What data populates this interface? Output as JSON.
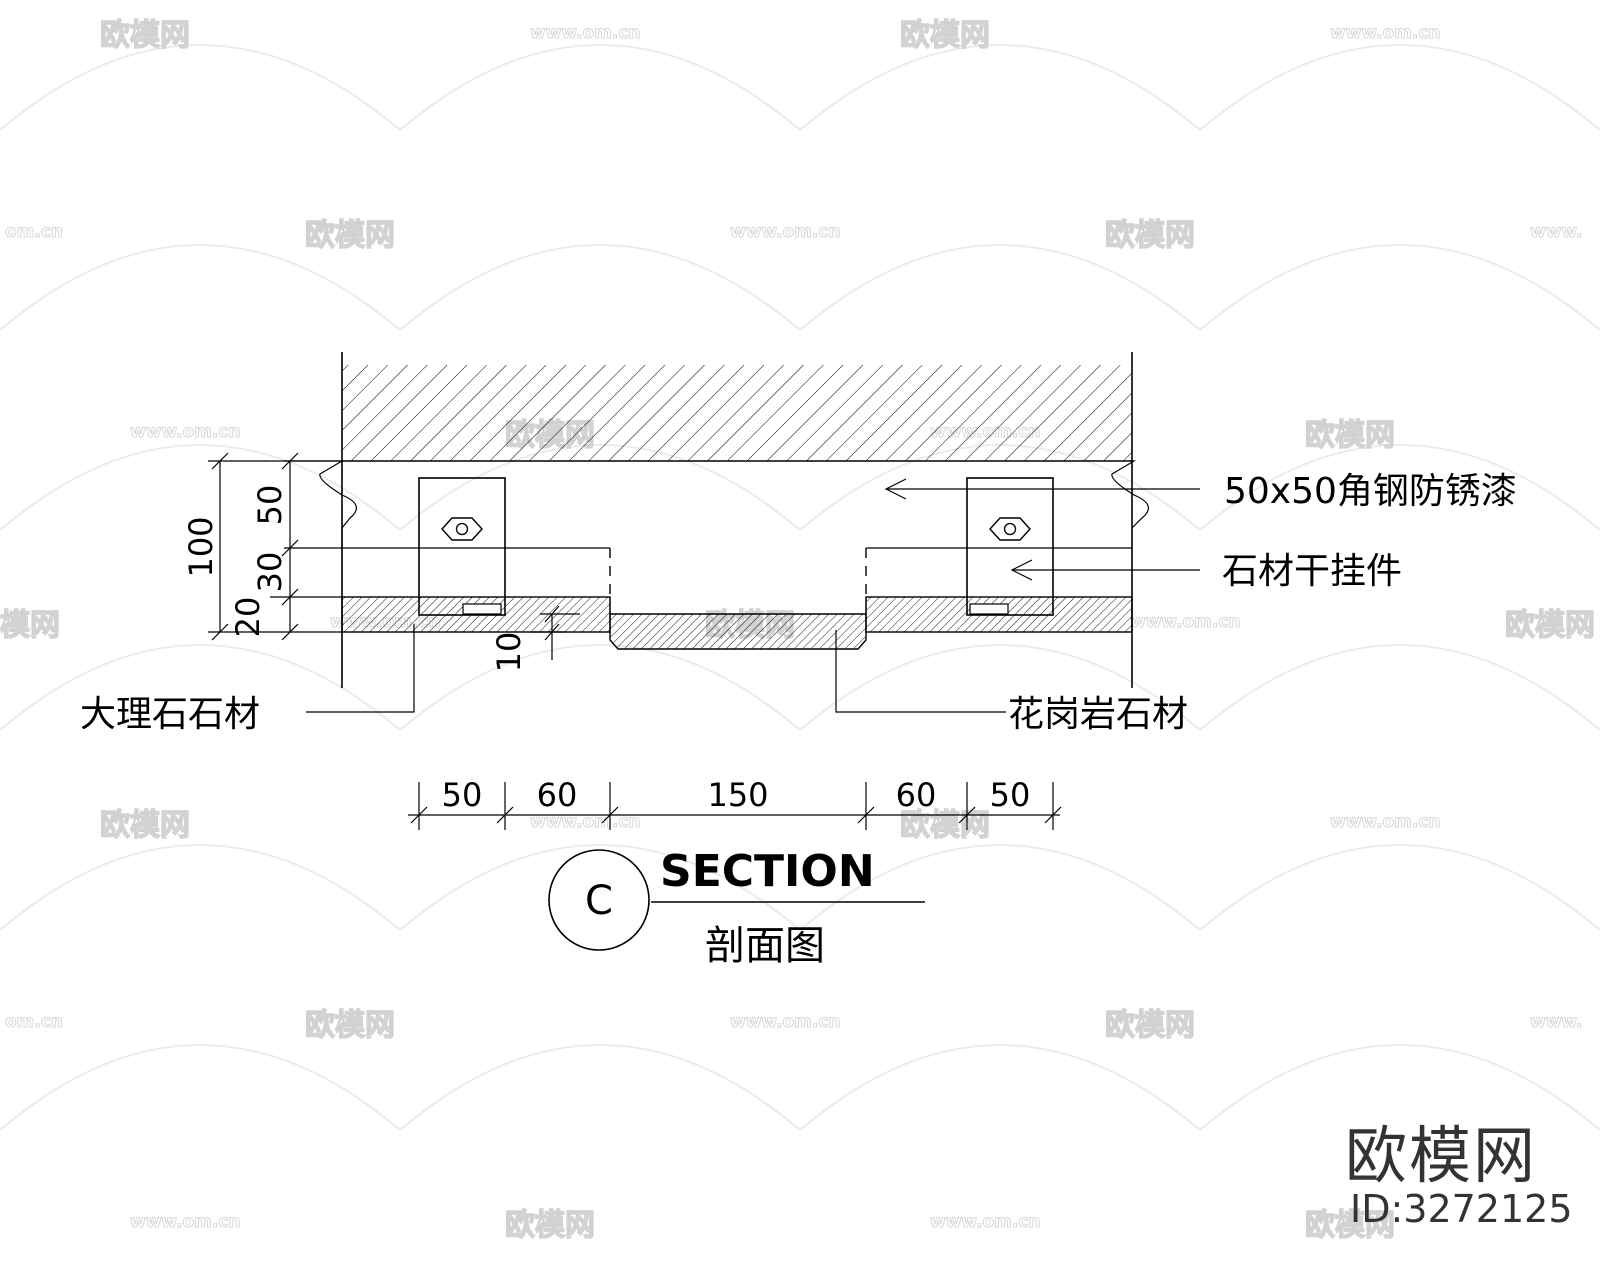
{
  "watermark": {
    "logo_text": "欧模网",
    "url_text": "www.om.cn",
    "partial_logo": "模网",
    "partial_url": "om.cn",
    "partial_url_right": "www."
  },
  "dimensions": {
    "vertical_total": "100",
    "vertical_50": "50",
    "vertical_30": "30",
    "vertical_20": "20",
    "vertical_10": "10",
    "horizontal": [
      "50",
      "60",
      "150",
      "60",
      "50"
    ]
  },
  "labels": {
    "angle_steel": "50x50角钢防锈漆",
    "hanger": "石材干挂件",
    "marble": "大理石石材",
    "granite": "花岗岩石材"
  },
  "title": {
    "letter": "C",
    "main": "SECTION",
    "sub": "剖面图"
  },
  "brand": {
    "name": "欧模网",
    "id": "ID:3272125"
  }
}
